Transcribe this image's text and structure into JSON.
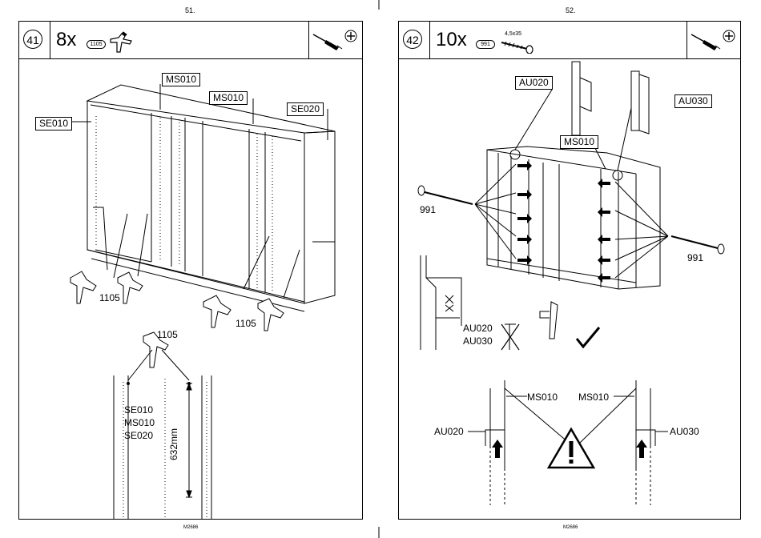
{
  "pages": [
    {
      "page_number": "51.",
      "footer": "M2686",
      "step": {
        "number": "41",
        "quantity": "8x",
        "part_code": "1105",
        "labels": {
          "ms010_top": "MS010",
          "ms010_mid": "MS010",
          "se010": "SE010",
          "se020": "SE020",
          "part_a": "1105",
          "part_b": "1105",
          "part_c": "1105"
        },
        "panel_list": [
          "SE010",
          "MS010",
          "SE020"
        ],
        "dimension": "632mm"
      }
    },
    {
      "page_number": "52.",
      "footer": "M2686",
      "step": {
        "number": "42",
        "quantity": "10x",
        "part_code": "991",
        "screw_size": "4,5x35",
        "labels": {
          "au020": "AU020",
          "au030": "AU030",
          "ms010": "MS010",
          "screw_left": "991",
          "screw_right": "991",
          "au020_small": "AU020",
          "au030_small": "AU030",
          "ms010_left": "MS010",
          "ms010_right": "MS010",
          "au020_bottom": "AU020",
          "au030_bottom": "AU030"
        }
      }
    }
  ],
  "icons": [
    "screwdriver-icon",
    "phillips-head-icon",
    "warning-icon",
    "check-icon",
    "cross-icon"
  ]
}
